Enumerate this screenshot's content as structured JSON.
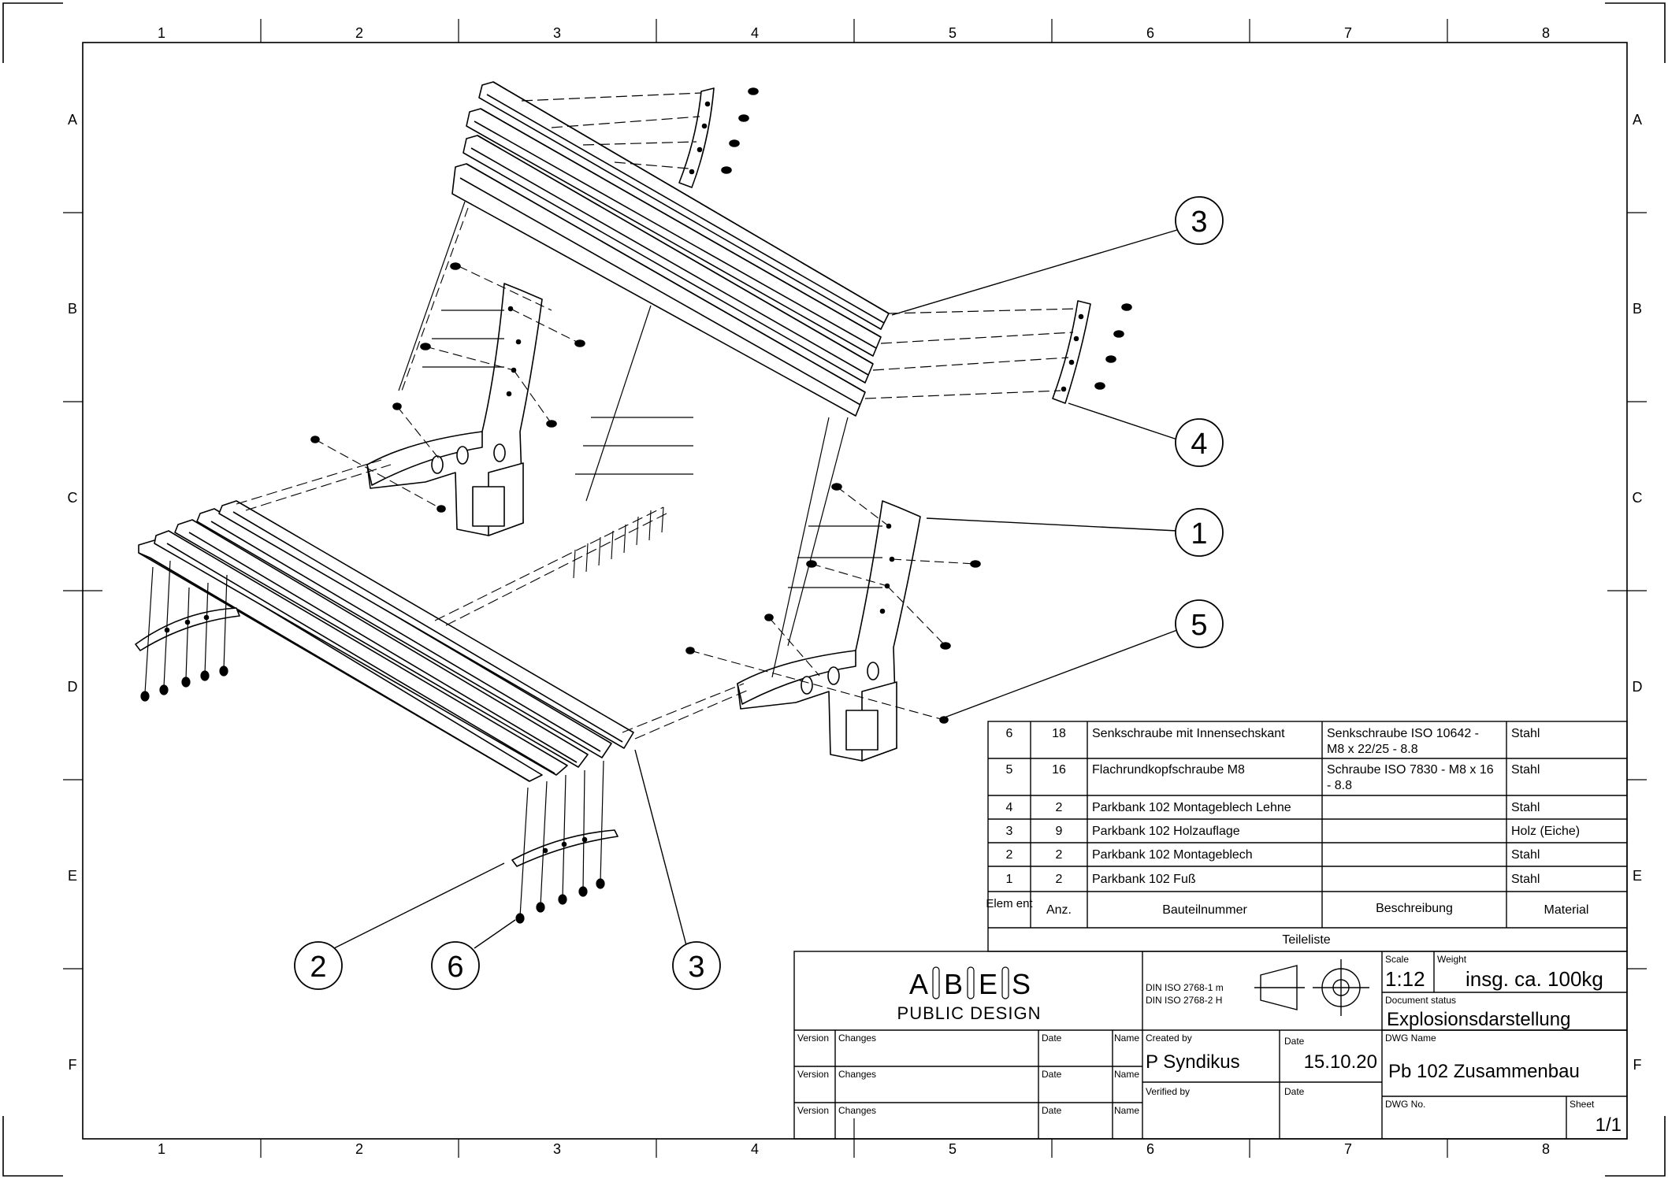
{
  "frame": {
    "columns": [
      "1",
      "2",
      "3",
      "4",
      "5",
      "6",
      "7",
      "8"
    ],
    "rows": [
      "A",
      "B",
      "C",
      "D",
      "E",
      "F"
    ]
  },
  "callouts": [
    {
      "id": "callout-3-backrest",
      "label": "3"
    },
    {
      "id": "callout-4",
      "label": "4"
    },
    {
      "id": "callout-1",
      "label": "1"
    },
    {
      "id": "callout-5",
      "label": "5"
    },
    {
      "id": "callout-2",
      "label": "2"
    },
    {
      "id": "callout-6",
      "label": "6"
    },
    {
      "id": "callout-3-seat",
      "label": "3"
    }
  ],
  "parts_list": {
    "caption": "Teileliste",
    "headers": [
      "Elem ent",
      "Anz.",
      "Bauteilnummer",
      "Beschreibung",
      "Material"
    ],
    "rows": [
      {
        "elem": "6",
        "anz": "18",
        "part": "Senkschraube mit Innensechskant",
        "desc": [
          "Senkschraube ISO 10642 -",
          "M8 x 22/25 - 8.8"
        ],
        "material": "Stahl"
      },
      {
        "elem": "5",
        "anz": "16",
        "part": "Flachrundkopfschraube M8",
        "desc": [
          "Schraube ISO 7830 - M8 x 16",
          "- 8.8"
        ],
        "material": "Stahl"
      },
      {
        "elem": "4",
        "anz": "2",
        "part": "Parkbank 102 Montageblech Lehne",
        "desc": [],
        "material": "Stahl"
      },
      {
        "elem": "3",
        "anz": "9",
        "part": "Parkbank 102 Holzauflage",
        "desc": [],
        "material": "Holz (Eiche)"
      },
      {
        "elem": "2",
        "anz": "2",
        "part": "Parkbank 102 Montageblech",
        "desc": [],
        "material": "Stahl"
      },
      {
        "elem": "1",
        "anz": "2",
        "part": "Parkbank 102 Fuß",
        "desc": [],
        "material": "Stahl"
      }
    ]
  },
  "title_block": {
    "logo_letters": [
      "A",
      "B",
      "E",
      "S"
    ],
    "logo_sub": "PUBLIC DESIGN",
    "standard_1": "DIN ISO 2768-1 m",
    "standard_2": "DIN ISO 2768-2 H",
    "scale_label": "Scale",
    "scale": "1:12",
    "weight_label": "Weight",
    "weight": "insg. ca. 100kg",
    "status_label": "Document status",
    "status": "Explosionsdarstellung",
    "version_label": "Version",
    "changes_label": "Changes",
    "date_label": "Date",
    "name_label": "Name",
    "created_by_label": "Created by",
    "created_by": "P Syndikus",
    "created_date": "15.10.20",
    "verified_by_label": "Verified by",
    "dwg_name_label": "DWG Name",
    "dwg_name": "Pb 102 Zusammenbau",
    "dwg_no_label": "DWG No.",
    "sheet_label": "Sheet",
    "sheet": "1/1"
  }
}
